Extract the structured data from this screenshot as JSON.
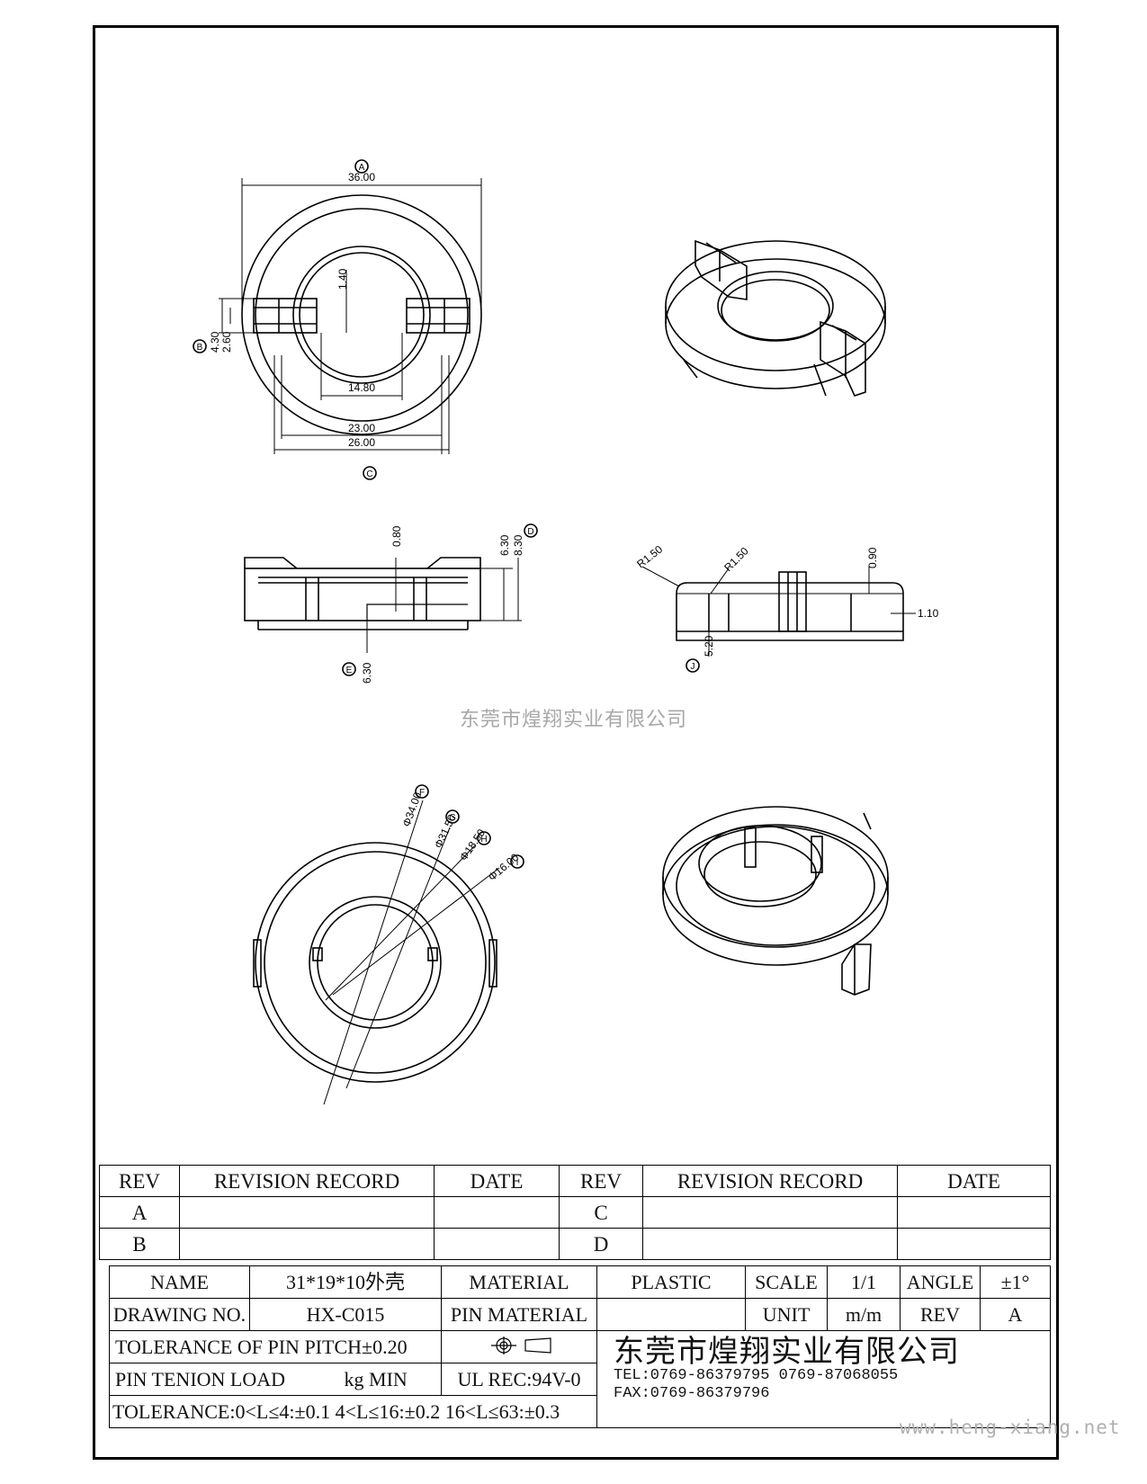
{
  "views": {
    "top": {
      "dim_width": "36.00",
      "dim_gap": "1.40",
      "dim_tab_outer": "4.30",
      "dim_tab_inner": "2.60",
      "dim_inner": "14.80",
      "dim_23": "23.00",
      "dim_26": "26.00",
      "label_top": "A",
      "label_bottom": "C",
      "label_left": "B"
    },
    "side1": {
      "dim_080": "0.80",
      "dim_630a": "6.30",
      "dim_830": "8.30",
      "dim_630b": "6.30",
      "label_d": "D",
      "label_e": "E"
    },
    "side2": {
      "r1": "R1.50",
      "r2": "R1.50",
      "dim_090": "0.90",
      "dim_110": "1.10",
      "dim_520": "5.20",
      "label_j": "J"
    },
    "bottom": {
      "d1": "Φ34.00",
      "d2": "Φ31.50",
      "d3": "Φ18.50",
      "d4": "Φ16.00",
      "l1": "F",
      "l2": "G",
      "l3": "H",
      "l4": "I"
    }
  },
  "watermark": "东莞市煌翔实业有限公司",
  "site": "www.heng-xiang.net",
  "revision_table": {
    "headers": [
      "REV",
      "REVISION RECORD",
      "DATE",
      "REV",
      "REVISION RECORD",
      "DATE"
    ],
    "rows": [
      [
        "A",
        "",
        "",
        "C",
        "",
        ""
      ],
      [
        "B",
        "",
        "",
        "D",
        "",
        ""
      ]
    ]
  },
  "title_block": {
    "name_label": "NAME",
    "name_value": "31*19*10外壳",
    "material_label": "MATERIAL",
    "material_value": "PLASTIC",
    "scale_label": "SCALE",
    "scale_value": "1/1",
    "angle_label": "ANGLE",
    "angle_value": "±1°",
    "drawing_no_label": "DRAWING NO.",
    "drawing_no_value": "HX-C015",
    "pin_material_label": "PIN MATERIAL",
    "unit_label": "UNIT",
    "unit_value": "m/m",
    "rev_label": "REV",
    "rev_value": "A",
    "tolerance_pitch": "TOLERANCE OF PIN PITCH±0.20",
    "pin_load_label": "PIN TENION LOAD",
    "pin_load_unit": "kg MIN",
    "ul_rec": "UL REC:94V-0",
    "tolerance_general": "TOLERANCE:0<L≤4:±0.1  4<L≤16:±0.2  16<L≤63:±0.3",
    "company": "东莞市煌翔实业有限公司",
    "tel": "TEL:0769-86379795   0769-87068055",
    "fax": "FAX:0769-86379796"
  }
}
